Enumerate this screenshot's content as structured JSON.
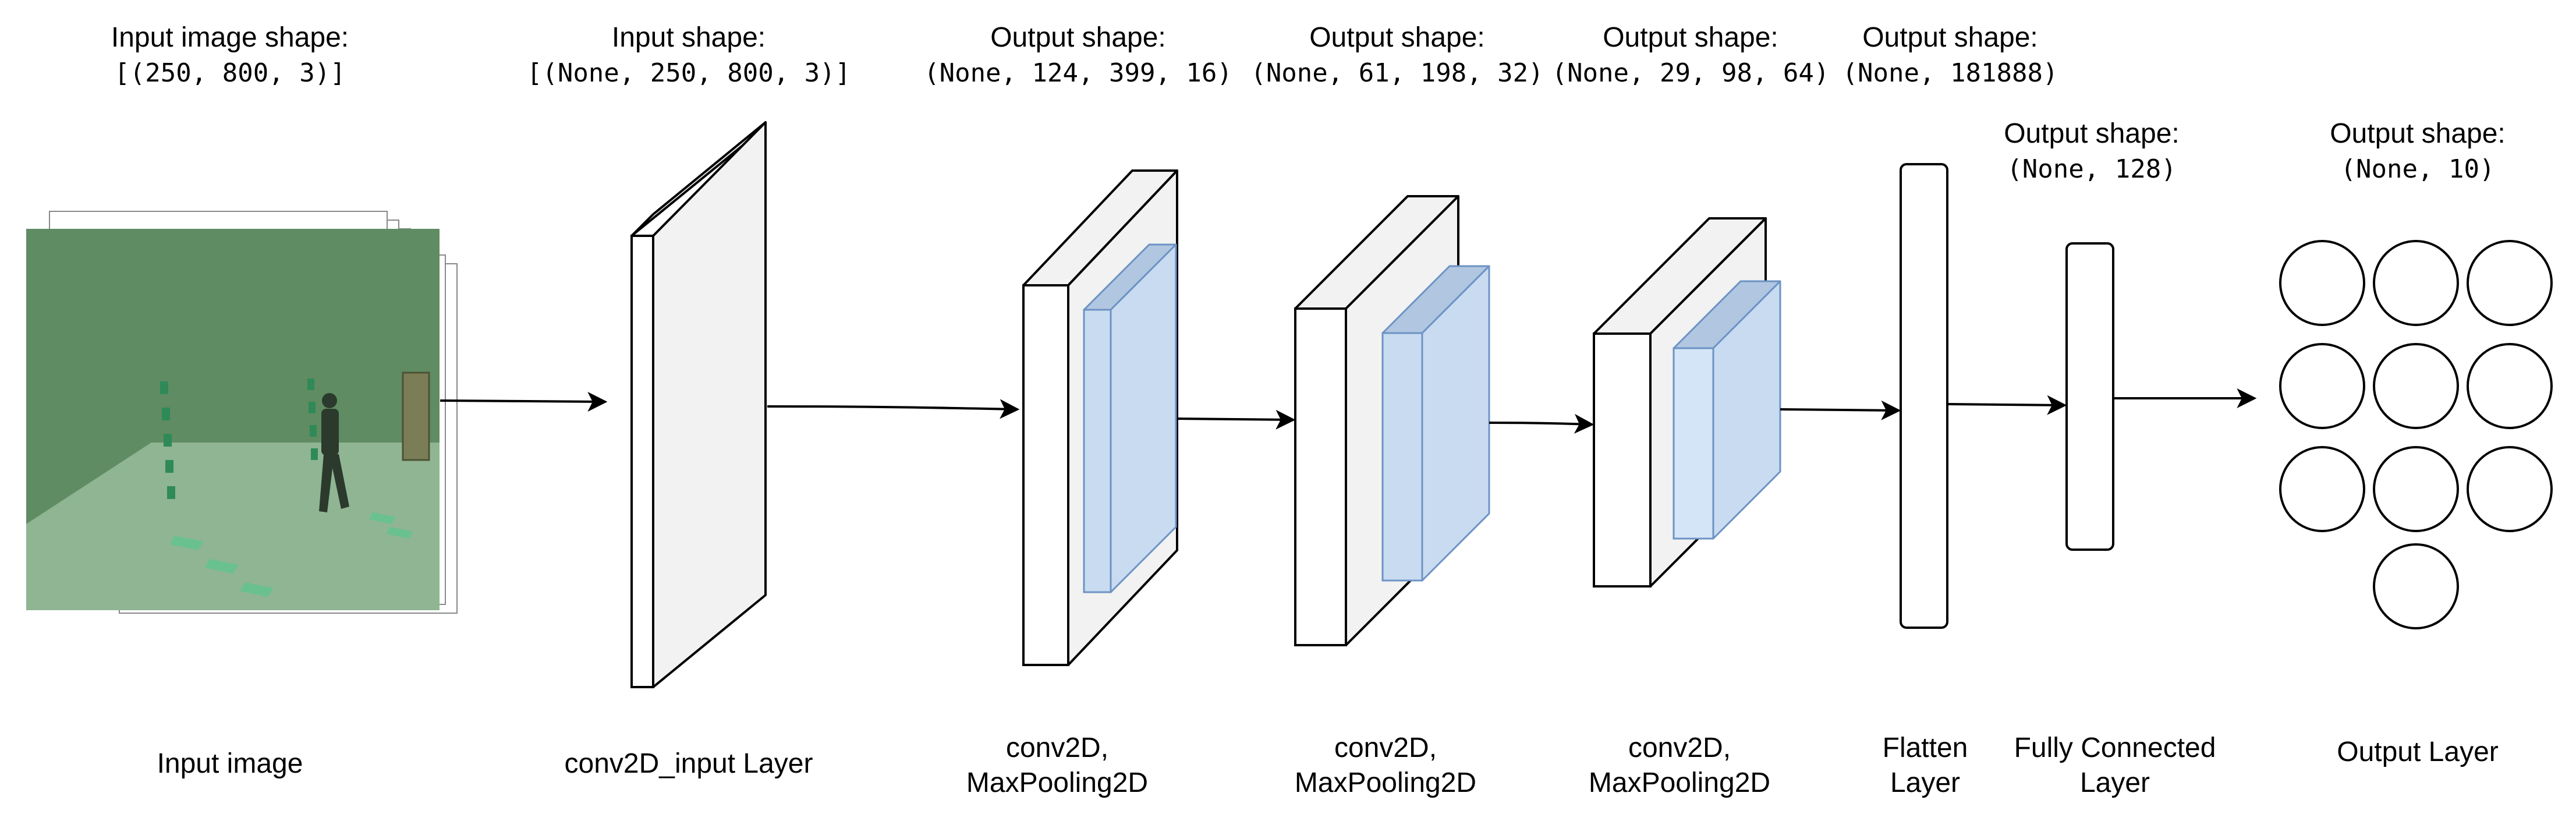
{
  "input_image": {
    "shape_title": "Input image shape:",
    "shape_value": "[(250, 800, 3)]",
    "caption": "Input image",
    "colors": {
      "background": "#6f9b72",
      "floor": "#8fb592",
      "wall": "#5f8c62",
      "markers": "#2f8a58",
      "person": "#2b3a2c"
    }
  },
  "input_layer": {
    "shape_title": "Input shape:",
    "shape_value": "[(None, 250, 800, 3)]",
    "caption": "conv2D_input Layer"
  },
  "conv_block_1": {
    "shape_title": "Output shape:",
    "shape_value": "(None, 124, 399, 16)",
    "caption_line1": "conv2D,",
    "caption_line2": "MaxPooling2D"
  },
  "conv_block_2": {
    "shape_title": "Output shape:",
    "shape_value": "(None, 61, 198, 32)",
    "caption_line1": "conv2D,",
    "caption_line2": "MaxPooling2D"
  },
  "conv_block_3": {
    "shape_title": "Output shape:",
    "shape_value": "(None, 29, 98, 64)",
    "caption_line1": "conv2D,",
    "caption_line2": "MaxPooling2D"
  },
  "flatten_layer": {
    "shape_title": "Output shape:",
    "shape_value": "(None, 181888)",
    "caption_line1": "Flatten",
    "caption_line2": "Layer"
  },
  "dense_layer": {
    "shape_title": "Output shape:",
    "shape_value": "(None, 128)",
    "caption_line1": "Fully Connected",
    "caption_line2": "Layer"
  },
  "output_layer": {
    "shape_title": "Output shape:",
    "shape_value": "(None, 10)",
    "caption": "Output Layer",
    "node_count": 10
  },
  "colors": {
    "line": "#000000",
    "box_fill": "#ffffff",
    "box_side": "#f2f2f2",
    "pool_front": "#c9dbf0",
    "pool_front_light": "#d4e5f7",
    "pool_top": "#b1c6e0",
    "pool_stroke": "#6c93c4"
  }
}
